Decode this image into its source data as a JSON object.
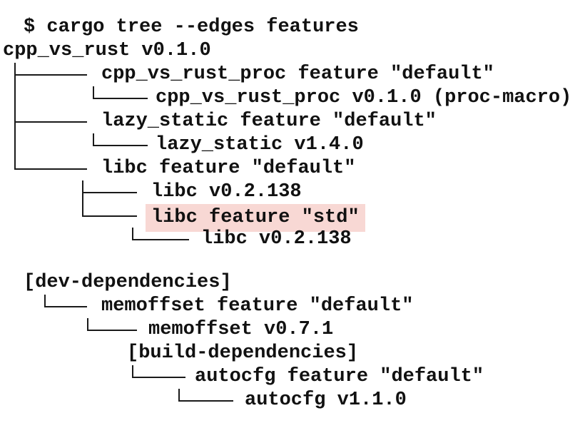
{
  "terminal": {
    "description": "cargo tree dependency graph output",
    "highlight_color": "#f8d8d4",
    "text_color": "#111111",
    "background_color": "#ffffff",
    "highlighted_line": "libc feature \"std\"",
    "lines": [
      {
        "text": "$ cargo tree --edges features",
        "highlighted": false
      },
      {
        "text": "cpp_vs_rust v0.1.0",
        "highlighted": false
      },
      {
        "text": "cpp_vs_rust_proc feature \"default\"",
        "highlighted": false
      },
      {
        "text": "cpp_vs_rust_proc v0.1.0 (proc-macro)",
        "highlighted": false
      },
      {
        "text": "lazy_static feature \"default\"",
        "highlighted": false
      },
      {
        "text": "lazy_static v1.4.0",
        "highlighted": false
      },
      {
        "text": "libc feature \"default\"",
        "highlighted": false
      },
      {
        "text": "libc v0.2.138",
        "highlighted": false
      },
      {
        "text": "libc feature \"std\"",
        "highlighted": true
      },
      {
        "text": "libc v0.2.138",
        "highlighted": false
      },
      {
        "text": "[dev-dependencies]",
        "highlighted": false
      },
      {
        "text": "memoffset feature \"default\"",
        "highlighted": false
      },
      {
        "text": "memoffset v0.7.1",
        "highlighted": false
      },
      {
        "text": "[build-dependencies]",
        "highlighted": false
      },
      {
        "text": "autocfg feature \"default\"",
        "highlighted": false
      },
      {
        "text": "autocfg v1.1.0",
        "highlighted": false
      }
    ]
  }
}
